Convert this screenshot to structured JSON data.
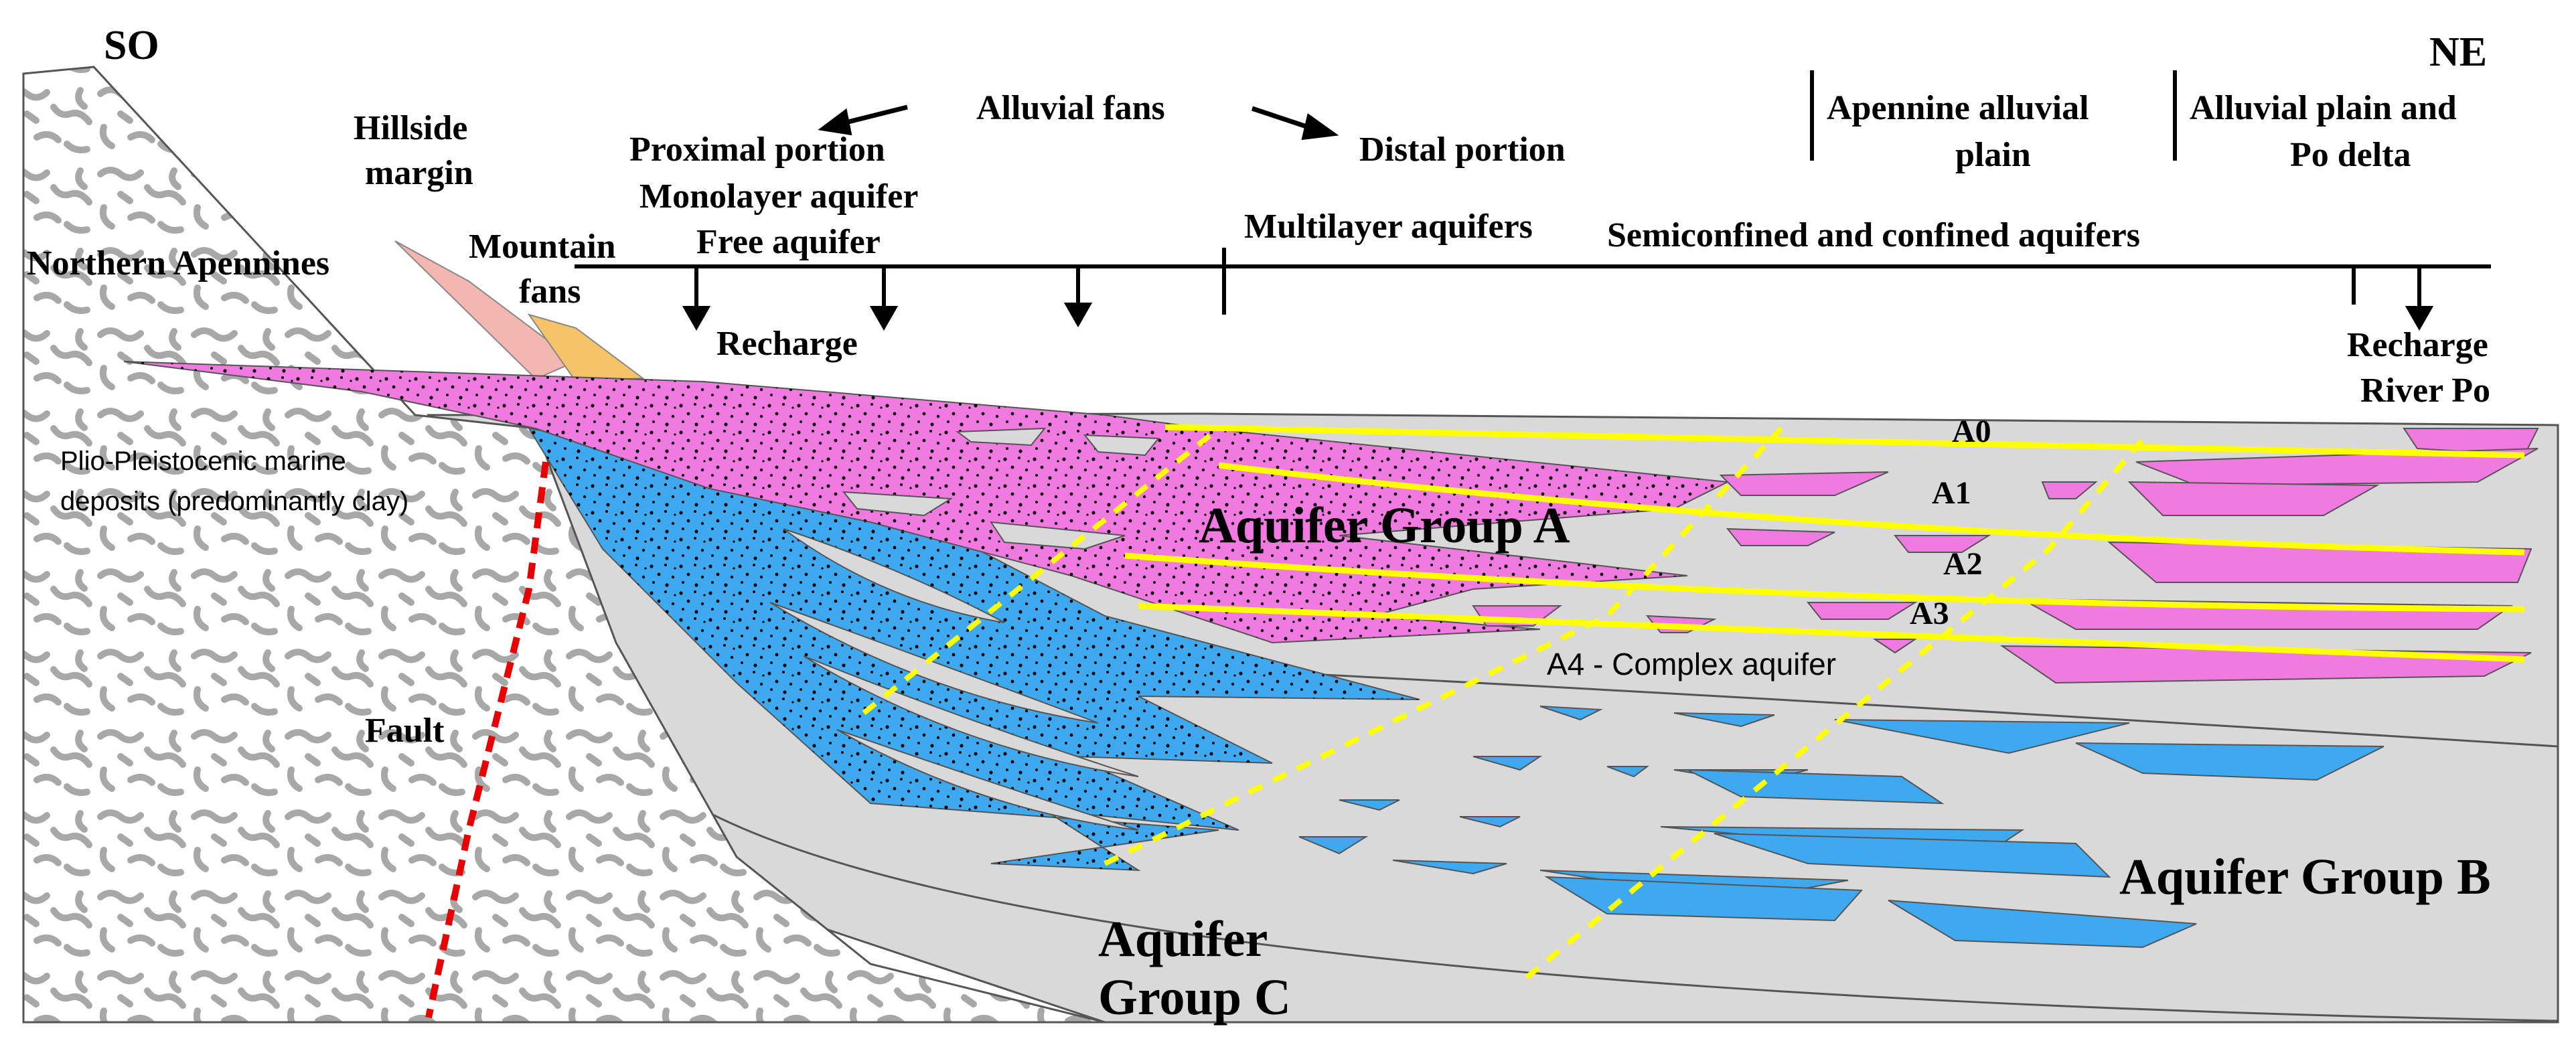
{
  "orientation": {
    "left": "SO",
    "right": "NE"
  },
  "header": {
    "alluvial_fans": "Alluvial fans",
    "proximal_portion": "Proximal portion",
    "monolayer_aquifer": "Monolayer aquifer",
    "free_aquifer": "Free aquifer",
    "distal_portion": "Distal portion",
    "apennine_plain_1": "Apennine alluvial",
    "apennine_plain_2": "plain",
    "po_plain_1": "Alluvial plain and",
    "po_plain_2": "Po delta",
    "multilayer": "Multilayer aquifers",
    "semiconfined": "Semiconfined and confined aquifers"
  },
  "labels": {
    "hillside_1": "Hillside",
    "hillside_2": "margin",
    "northern_apennines": "Northern Apennines",
    "mountain_1": "Mountain",
    "mountain_2": "fans",
    "recharge": "Recharge",
    "recharge_river_1": "Recharge",
    "recharge_river_2": "River Po",
    "marine_1": "Plio-Pleistocenic marine",
    "marine_2": "deposits (predominantly clay)",
    "fault": "Fault",
    "a0": "A0",
    "a1": "A1",
    "a2": "A2",
    "a3": "A3",
    "a4": "A4 - Complex aquifer",
    "group_a": "Aquifer Group A",
    "group_b": "Aquifer Group B",
    "group_c_1": "Aquifer",
    "group_c_2": "Group C"
  },
  "colors": {
    "bedrock": "#ffffff",
    "bedrock_pattern": "#a8a8a8",
    "plain": "#d9d9d9",
    "group_a_fill": "#f07ae0",
    "group_b_fill": "#3fa9f0",
    "hillside_fill": "#f4b6b0",
    "mountain_fans_fill": "#f7c36a",
    "aquifer_boundary": "#ffff00",
    "group_dash": "#ffff00",
    "fault_line": "#e60000",
    "speckle": "#000000"
  }
}
